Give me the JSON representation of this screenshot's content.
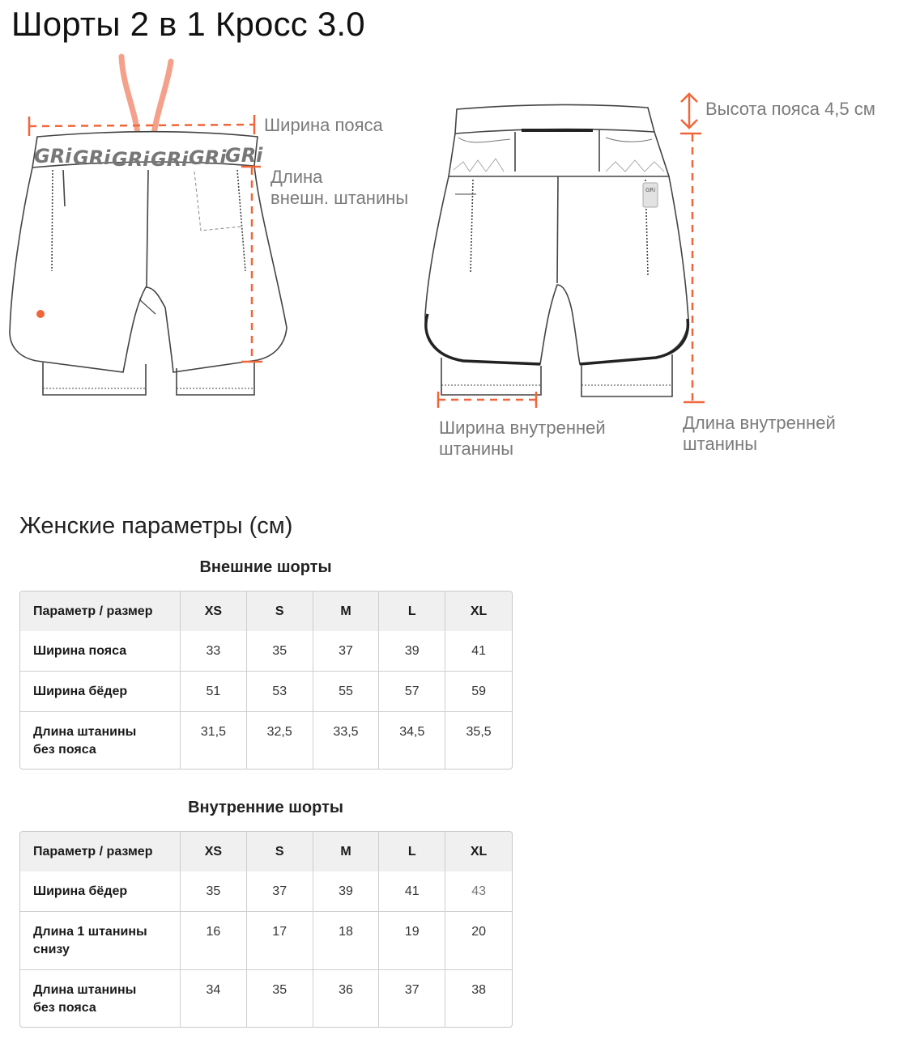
{
  "title": "Шорты 2 в 1 Кросс 3.0",
  "diagram": {
    "brand_mark": "GRi",
    "labels": {
      "waist_width": "Ширина пояса",
      "outer_leg_length_line1": "Длина",
      "outer_leg_length_line2": "внешн. штанины",
      "waistband_height": "Высота пояса 4,5 см",
      "inner_leg_width_line1": "Ширина внутренней",
      "inner_leg_width_line2": "штанины",
      "inner_leg_length_line1": "Длина внутренней",
      "inner_leg_length_line2": "штанины"
    },
    "colors": {
      "accent": "#f0663a",
      "drawstring": "#f4a08a",
      "outline": "#444444"
    }
  },
  "section_title": "Женские параметры (см)",
  "tables": [
    {
      "title": "Внешние шорты",
      "header": [
        "Параметр / размер",
        "XS",
        "S",
        "M",
        "L",
        "XL"
      ],
      "rows": [
        {
          "param": "Ширина пояса",
          "values": [
            "33",
            "35",
            "37",
            "39",
            "41"
          ]
        },
        {
          "param": "Ширина бёдер",
          "values": [
            "51",
            "53",
            "55",
            "57",
            "59"
          ]
        },
        {
          "param_line1": "Длина штанины",
          "param_line2": "без пояса",
          "values": [
            "31,5",
            "32,5",
            "33,5",
            "34,5",
            "35,5"
          ]
        }
      ]
    },
    {
      "title": "Внутренние шорты",
      "header": [
        "Параметр / размер",
        "XS",
        "S",
        "M",
        "L",
        "XL"
      ],
      "rows": [
        {
          "param": "Ширина бёдер",
          "values": [
            "35",
            "37",
            "39",
            "41",
            "43"
          ]
        },
        {
          "param_line1": "Длина 1 штанины",
          "param_line2": "снизу",
          "values": [
            "16",
            "17",
            "18",
            "19",
            "20"
          ]
        },
        {
          "param_line1": "Длина штанины",
          "param_line2": "без пояса",
          "values": [
            "34",
            "35",
            "36",
            "37",
            "38"
          ]
        }
      ]
    }
  ]
}
